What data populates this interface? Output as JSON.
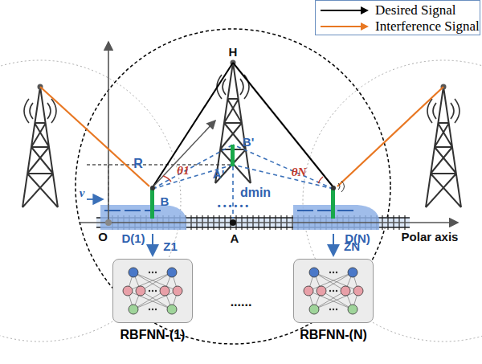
{
  "diagram": {
    "nodes": [
      {
        "text": [
          "RBFNN-(1)"
        ]
      },
      {
        "text": [
          "RBFNN-(N)"
        ]
      }
    ],
    "labels": [
      "H",
      "B'",
      "R",
      "θ1",
      "A'",
      "dmin",
      "θN",
      "v",
      "B",
      "O",
      "D(1)",
      "A",
      "D(N)",
      "Polar axis",
      "• • • • • •",
      "Z1",
      "......",
      "ZN"
    ],
    "legend": [
      {
        "text": "Desired Signal"
      },
      {
        "text": "Interference Signal"
      }
    ]
  }
}
